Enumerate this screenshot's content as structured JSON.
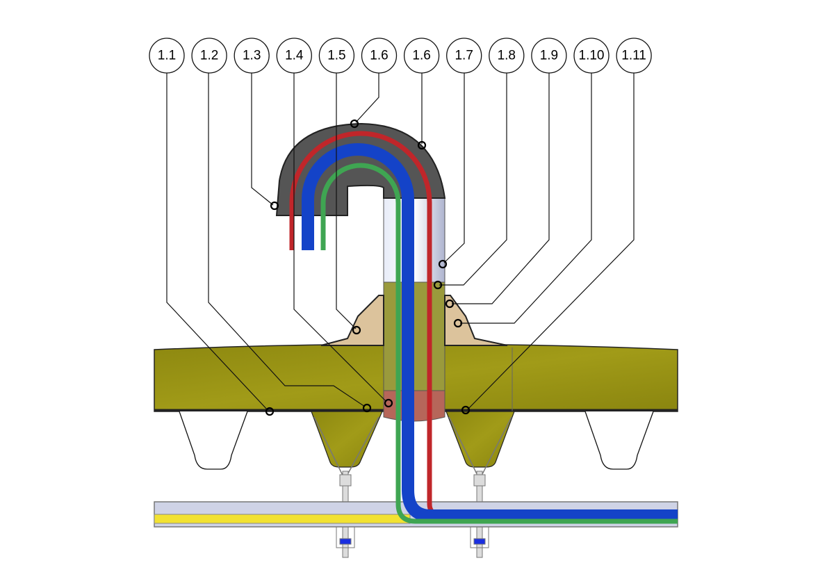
{
  "callouts": [
    "1.1",
    "1.2",
    "1.3",
    "1.4",
    "1.5",
    "1.6",
    "1.6",
    "1.7",
    "1.8",
    "1.9",
    "1.10",
    "1.11"
  ],
  "colors": {
    "insulation": "#948f12",
    "hood": "#4a4a4a",
    "red_pipe": "#c0262a",
    "blue_pipe": "#1443c8",
    "green_pipe": "#3fa552",
    "sleeve_upper": "#d6dbee",
    "sleeve_lower": "#b6665a",
    "flange": "#dcc39c",
    "beam": "#cfd3e6",
    "yellow_pipe": "#f2e232"
  }
}
